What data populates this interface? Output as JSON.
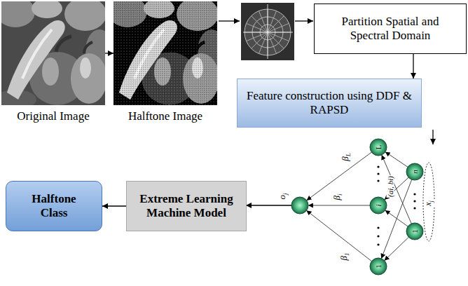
{
  "diagram": {
    "nodes": [
      {
        "text": [
          "Original Image"
        ]
      },
      {
        "text": [
          "Halftone Image"
        ]
      },
      {
        "text": [
          "Partition Spatial and Spectral Domain"
        ]
      },
      {
        "text": [
          "Feature construction using DDF & RAPSD"
        ]
      },
      {
        "text": [
          "Extreme Learning Machine Model"
        ]
      },
      {
        "text": [
          "Halftone Class"
        ]
      }
    ],
    "edges": [
      {
        "from": 0,
        "to": 1,
        "arrow": "to"
      },
      {
        "from": 2,
        "to": 3,
        "arrow": "to"
      },
      {
        "from": 4,
        "to": 5,
        "arrow": "to"
      }
    ],
    "labels": [
      "L",
      "βL",
      "n",
      "xj",
      "(ai, bi)",
      "oj",
      "i",
      "βi",
      "1",
      "1",
      "β1"
    ]
  }
}
